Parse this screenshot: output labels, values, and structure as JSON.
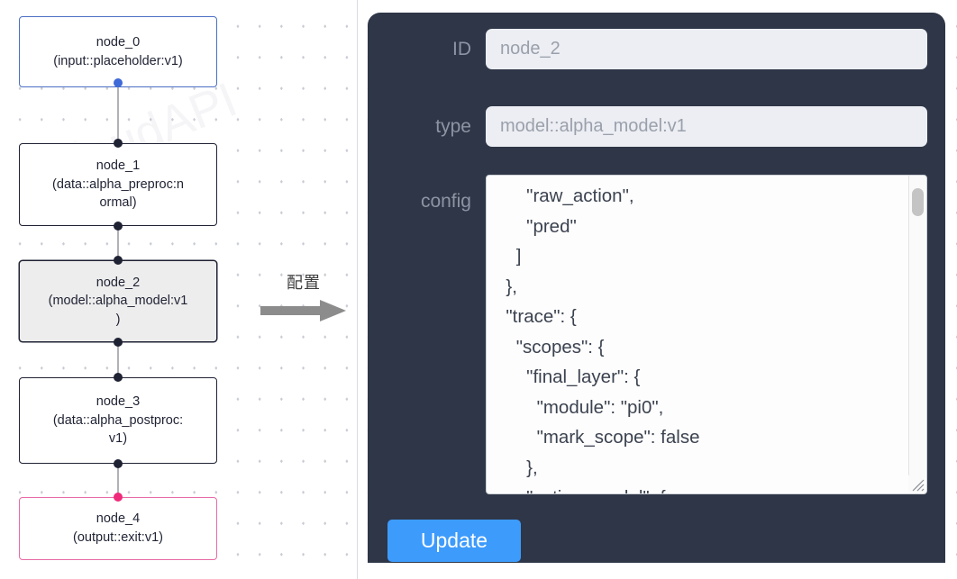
{
  "canvas": {
    "arrow_label": "配置",
    "nodes": [
      {
        "id": "node_0",
        "title": "node_0",
        "subtitle": "(input::placeholder:v1)",
        "state": "input",
        "border_color": "#4a6fc4",
        "handle_color": "#3f6ad8"
      },
      {
        "id": "node_1",
        "title": "node_1",
        "subtitle": "(data::alpha_preproc:n\normal)",
        "state": "default",
        "border_color": "#1f2233",
        "handle_color": "#1f2233"
      },
      {
        "id": "node_2",
        "title": "node_2",
        "subtitle": "(model::alpha_model:v1\n)",
        "state": "selected",
        "border_color": "#1f2233",
        "handle_color": "#1f2233"
      },
      {
        "id": "node_3",
        "title": "node_3",
        "subtitle": "(data::alpha_postproc:\nv1)",
        "state": "default",
        "border_color": "#1f2233",
        "handle_color": "#1f2233"
      },
      {
        "id": "node_4",
        "title": "node_4",
        "subtitle": "(output::exit:v1)",
        "state": "output",
        "border_color": "#e86aa6",
        "handle_color": "#ef2a7b"
      }
    ]
  },
  "panel": {
    "background_color": "#2e3647",
    "fields": {
      "id": {
        "label": "ID",
        "value": "node_2"
      },
      "type": {
        "label": "type",
        "value": "model::alpha_model:v1"
      },
      "config": {
        "label": "config",
        "value": "      \"raw_action\",\n      \"pred\"\n    ]\n  },\n  \"trace\": {\n    \"scopes\": {\n      \"final_layer\": {\n        \"module\": \"pi0\",\n        \"mark_scope\": false\n      },\n      \"action_model\": {"
      }
    },
    "update_button": {
      "label": "Update",
      "color": "#3d9bfc"
    }
  },
  "watermark": "CloudAPI"
}
